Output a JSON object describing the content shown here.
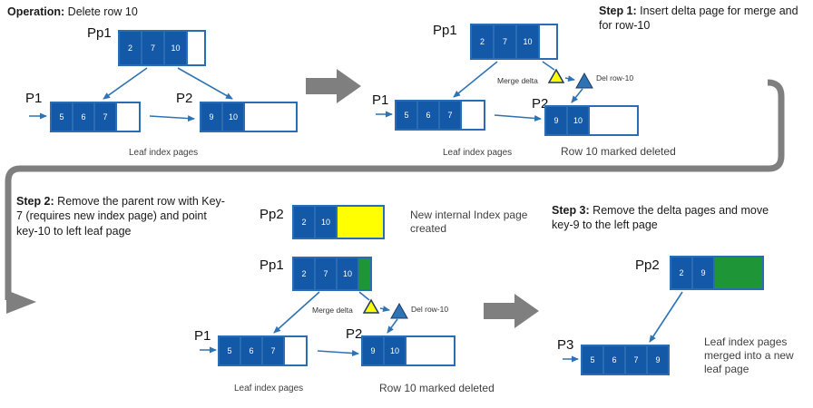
{
  "colors": {
    "page_blue": "#1458A8",
    "border_blue": "#2A6DB5",
    "arrow_blue": "#2E74B5",
    "gray": "#7F7F7F",
    "yellow": "#FFFF00",
    "green": "#1E9638"
  },
  "op": {
    "title_bold": "Operation:",
    "title_rest": " Delete row 10",
    "pp1_label": "Pp1",
    "pp1_cells": [
      "2",
      "7",
      "10"
    ],
    "p1_label": "P1",
    "p1_cells": [
      "5",
      "6",
      "7"
    ],
    "p2_label": "P2",
    "p2_cells": [
      "9",
      "10"
    ],
    "caption_leaf": "Leaf index pages"
  },
  "step1": {
    "title_bold": "Step 1:",
    "title_rest": " Insert delta page for merge and for row-10",
    "pp1_label": "Pp1",
    "pp1_cells": [
      "2",
      "7",
      "10"
    ],
    "merge_delta_label": "Merge delta",
    "del_row_label": "Del row-10",
    "p1_label": "P1",
    "p1_cells": [
      "5",
      "6",
      "7"
    ],
    "p2_label": "P2",
    "p2_cells": [
      "9",
      "10"
    ],
    "caption_leaf": "Leaf index pages",
    "caption_deleted": "Row 10 marked deleted"
  },
  "step2": {
    "title_bold": "Step 2:",
    "title_rest": " Remove the parent row with Key-7 (requires new index page) and point key-10 to left leaf page",
    "pp2_label": "Pp2",
    "pp2_cells": [
      "2",
      "10"
    ],
    "new_page_caption": "New internal Index page created",
    "pp1_label": "Pp1",
    "pp1_cells": [
      "2",
      "7",
      "10"
    ],
    "merge_delta_label": "Merge delta",
    "del_row_label": "Del row-10",
    "p1_label": "P1",
    "p1_cells": [
      "5",
      "6",
      "7"
    ],
    "p2_label": "P2",
    "p2_cells": [
      "9",
      "10"
    ],
    "caption_leaf": "Leaf index pages",
    "caption_deleted": "Row 10 marked deleted"
  },
  "step3": {
    "title_bold": "Step 3:",
    "title_rest": " Remove the delta pages and move key-9 to the left page",
    "pp2_label": "Pp2",
    "pp2_cells": [
      "2",
      "9"
    ],
    "p3_label": "P3",
    "p3_cells": [
      "5",
      "6",
      "7",
      "9"
    ],
    "caption": "Leaf index pages merged into a new leaf page"
  }
}
